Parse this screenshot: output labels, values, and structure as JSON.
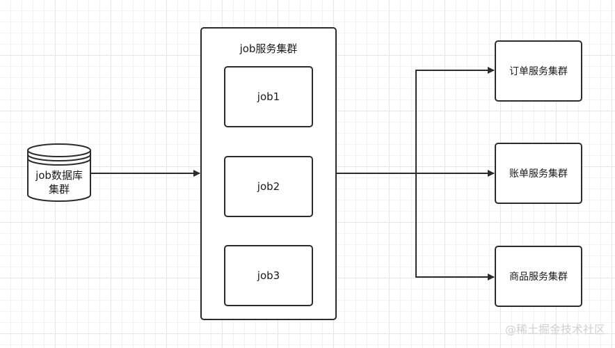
{
  "cluster": {
    "title": "job服务集群"
  },
  "jobs": [
    "job1",
    "job2",
    "job3"
  ],
  "database": {
    "line1": "job数据库",
    "line2": "集群"
  },
  "services": [
    "订单服务集群",
    "账单服务集群",
    "商品服务集群"
  ],
  "watermark": "@稀土掘金技术社区"
}
